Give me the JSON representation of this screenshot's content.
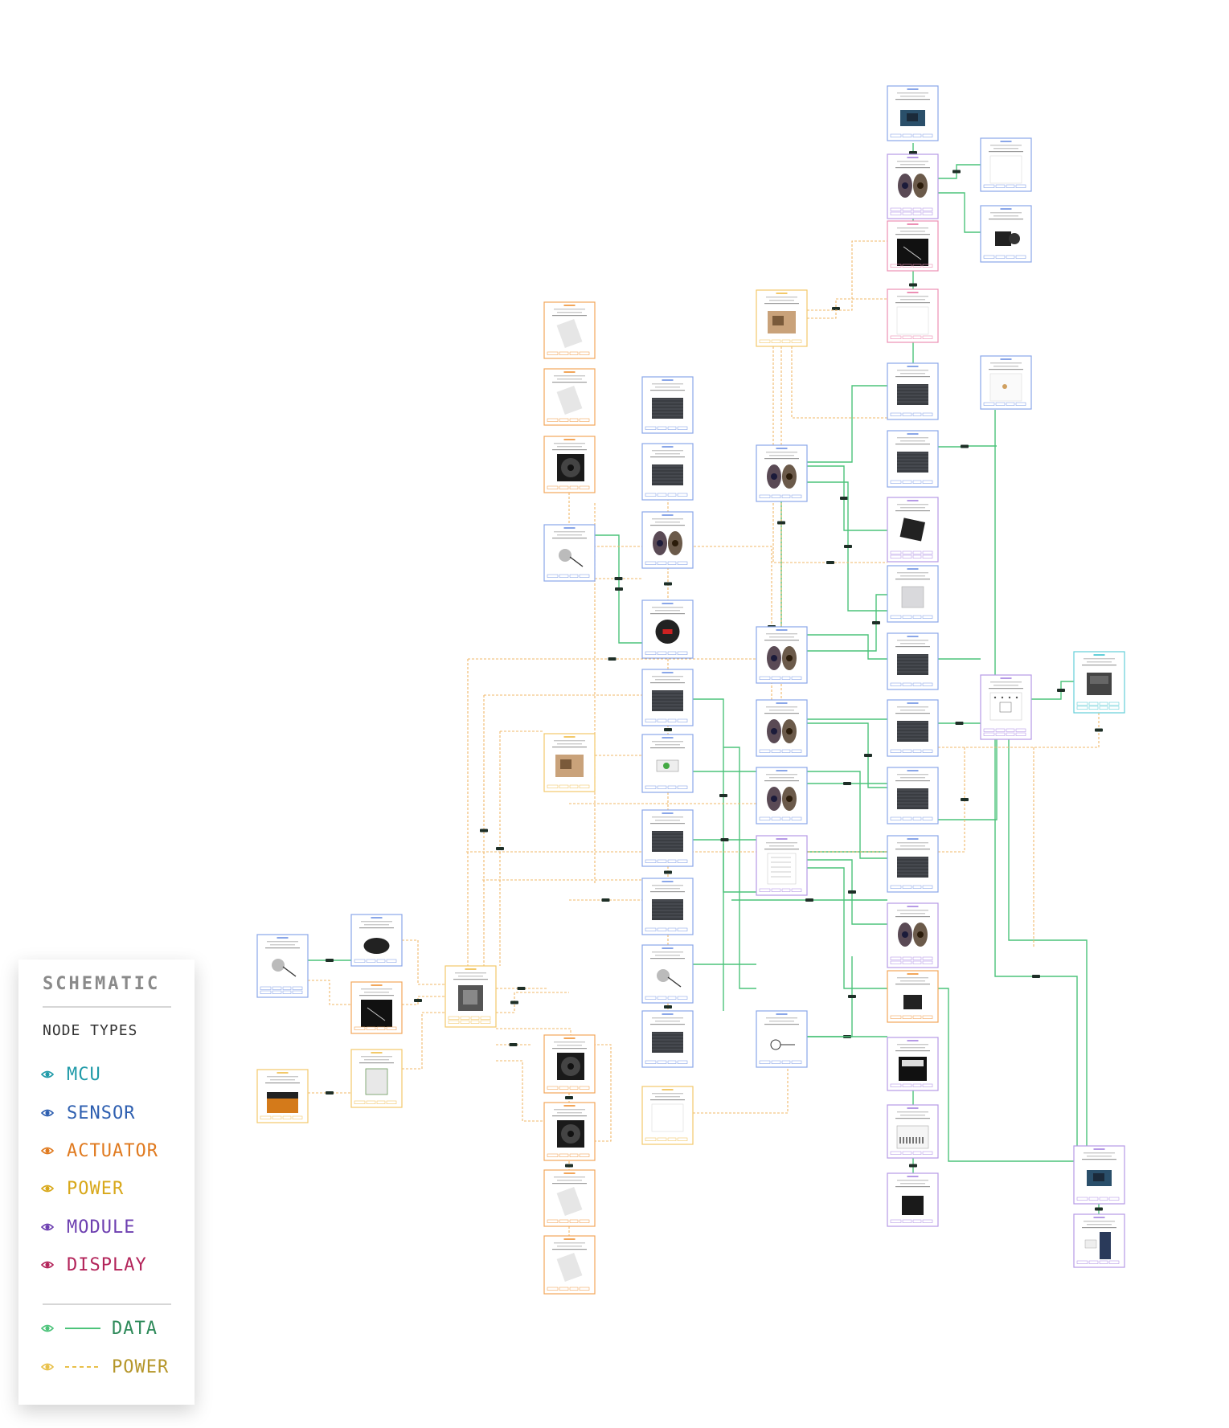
{
  "legend": {
    "title": "SCHEMATIC",
    "subtitle": "NODE TYPES",
    "node_types": [
      {
        "label": "MCU",
        "color": "#1f9aa8"
      },
      {
        "label": "SENSOR",
        "color": "#2e5fb0"
      },
      {
        "label": "ACTUATOR",
        "color": "#e07a1f"
      },
      {
        "label": "POWER",
        "color": "#d8a81a"
      },
      {
        "label": "MODULE",
        "color": "#6d3fb0"
      },
      {
        "label": "DISPLAY",
        "color": "#b3245a"
      }
    ],
    "edge_types": [
      {
        "label": "DATA",
        "color": "#2e8a5a",
        "line_color": "#4cc37a",
        "style": "solid"
      },
      {
        "label": "POWER",
        "color": "#b5962a",
        "line_color": "#e8c04a",
        "style": "dashed"
      }
    ],
    "eye_icon": "eye-icon"
  },
  "colors": {
    "node_mcu": "#63cfd8",
    "node_sensor": "#8aa6e8",
    "node_actuator": "#f2a65a",
    "node_power": "#f2c96a",
    "node_module": "#b69ae6",
    "node_display": "#ec8fb4",
    "edge_data": "#4cc37a",
    "edge_power": "#f0b86a",
    "edge_tag": "#1e2f27"
  }
}
